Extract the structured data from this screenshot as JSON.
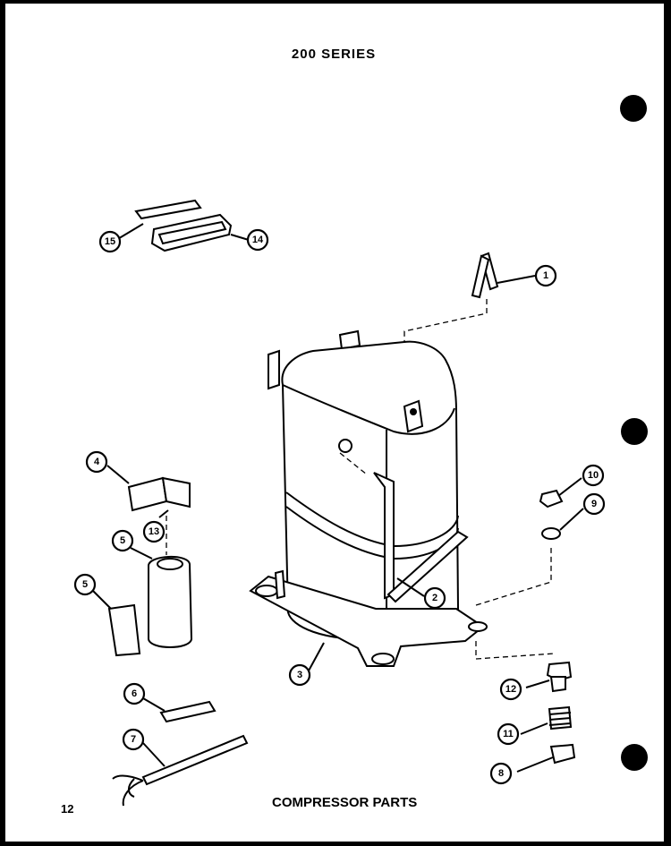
{
  "header": {
    "title": "200 SERIES"
  },
  "footer": {
    "caption": "COMPRESSOR PARTS",
    "page_number": "12"
  },
  "callouts": [
    "1",
    "2",
    "3",
    "4",
    "5",
    "5",
    "6",
    "7",
    "8",
    "9",
    "10",
    "11",
    "12",
    "13",
    "14",
    "15"
  ]
}
